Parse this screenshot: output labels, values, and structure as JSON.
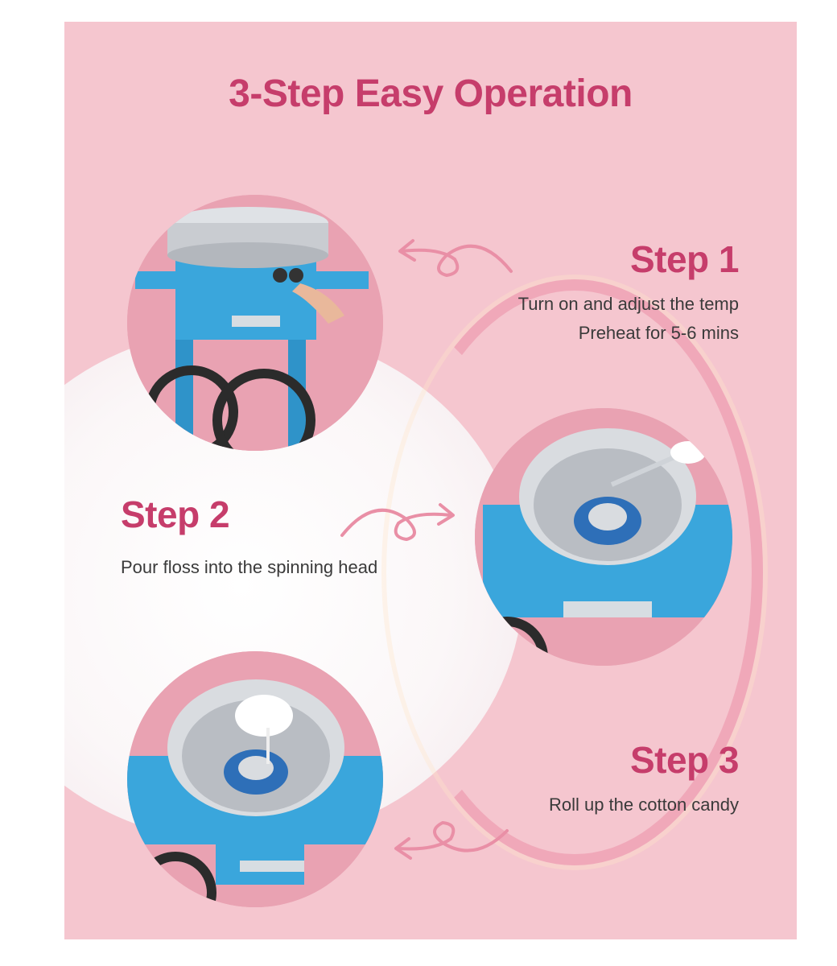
{
  "title": "3-Step Easy Operation",
  "steps": [
    {
      "heading": "Step 1",
      "lines": [
        "Turn on and adjust the temp",
        "Preheat for 5-6 mins"
      ]
    },
    {
      "heading": "Step 2",
      "lines": [
        "Pour floss into the spinning head"
      ]
    },
    {
      "heading": "Step 3",
      "lines": [
        "Roll up the cotton candy"
      ]
    }
  ],
  "colors": {
    "background": "#f5c6cf",
    "accent": "#c63d6b",
    "machine": "#3aa6dc",
    "bowl": "#c9ccd1"
  },
  "icons": [
    "swirl-arrow-left-icon",
    "swirl-arrow-right-icon",
    "swirl-arrow-left-icon"
  ]
}
